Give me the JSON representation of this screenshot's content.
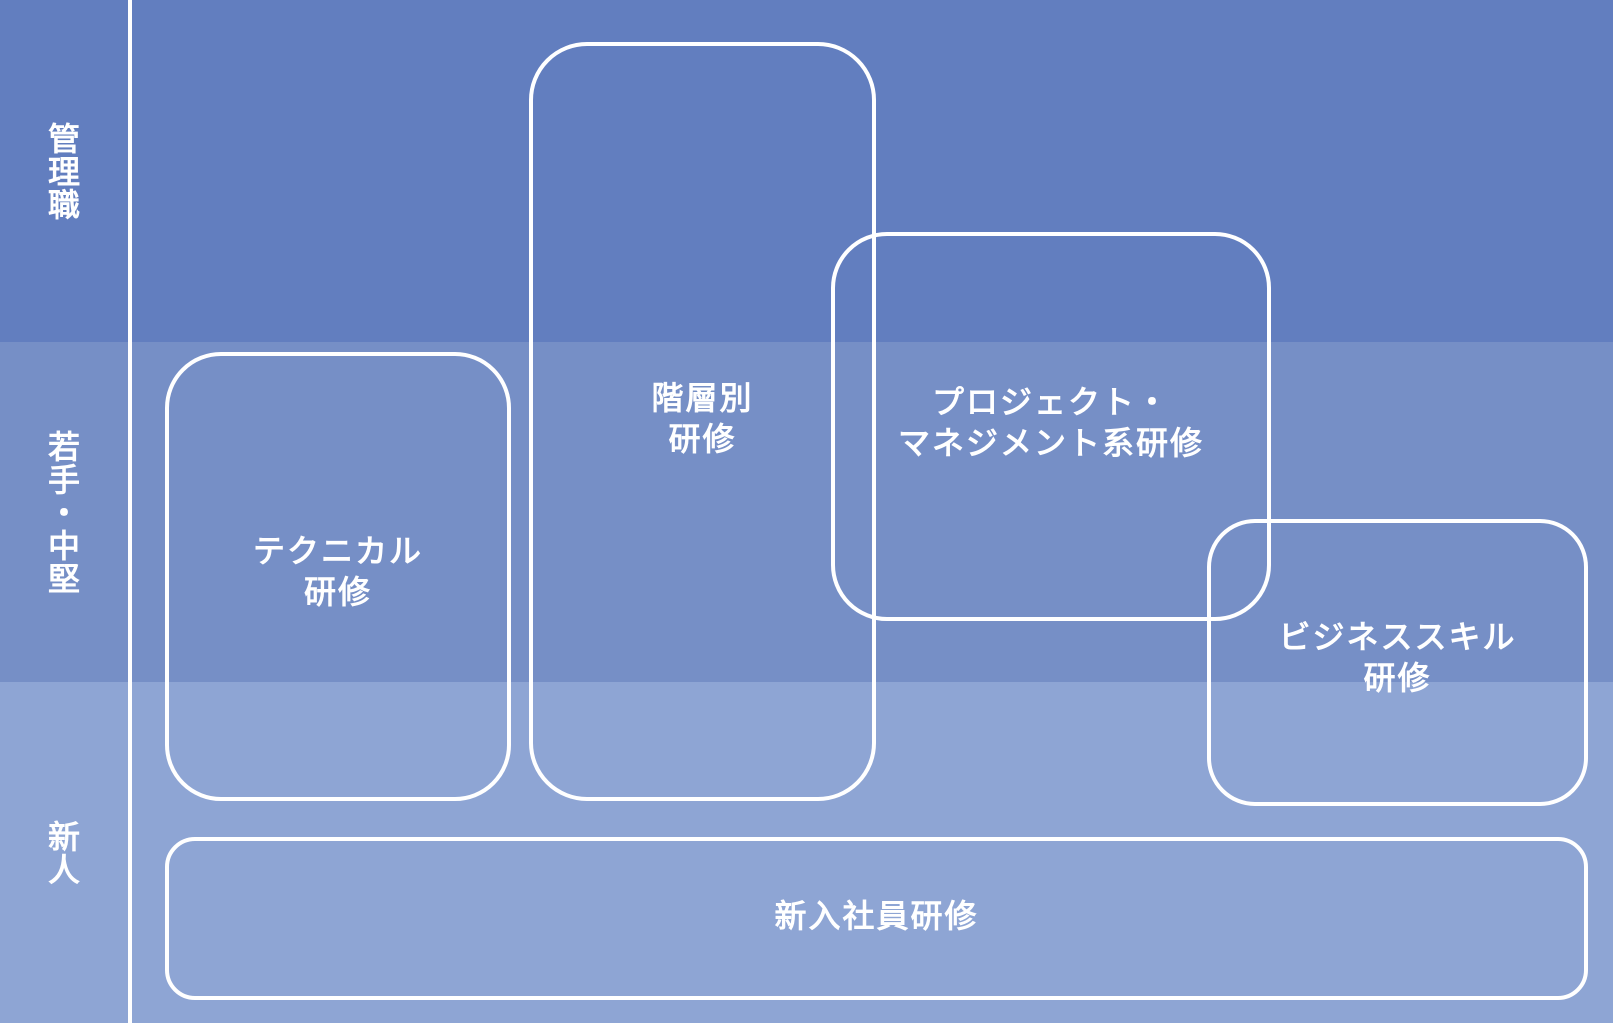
{
  "colors": {
    "band_top": "#627ebf",
    "band_mid": "#768fc6",
    "band_bottom": "#8ea5d4",
    "line": "#ffffff",
    "text": "#ffffff"
  },
  "levels": {
    "top": "管理職",
    "middle": "若手・中堅",
    "bottom": "新人"
  },
  "programs": {
    "technical": {
      "line1": "テクニカル",
      "line2": "研修"
    },
    "hierarchy": {
      "line1": "階層別",
      "line2": "研修"
    },
    "project_mgmt": {
      "line1": "プロジェクト・",
      "line2": "マネジメント系研修"
    },
    "business_skill": {
      "line1": "ビジネススキル",
      "line2": "研修"
    },
    "new_employee": {
      "line1": "新入社員研修"
    }
  }
}
